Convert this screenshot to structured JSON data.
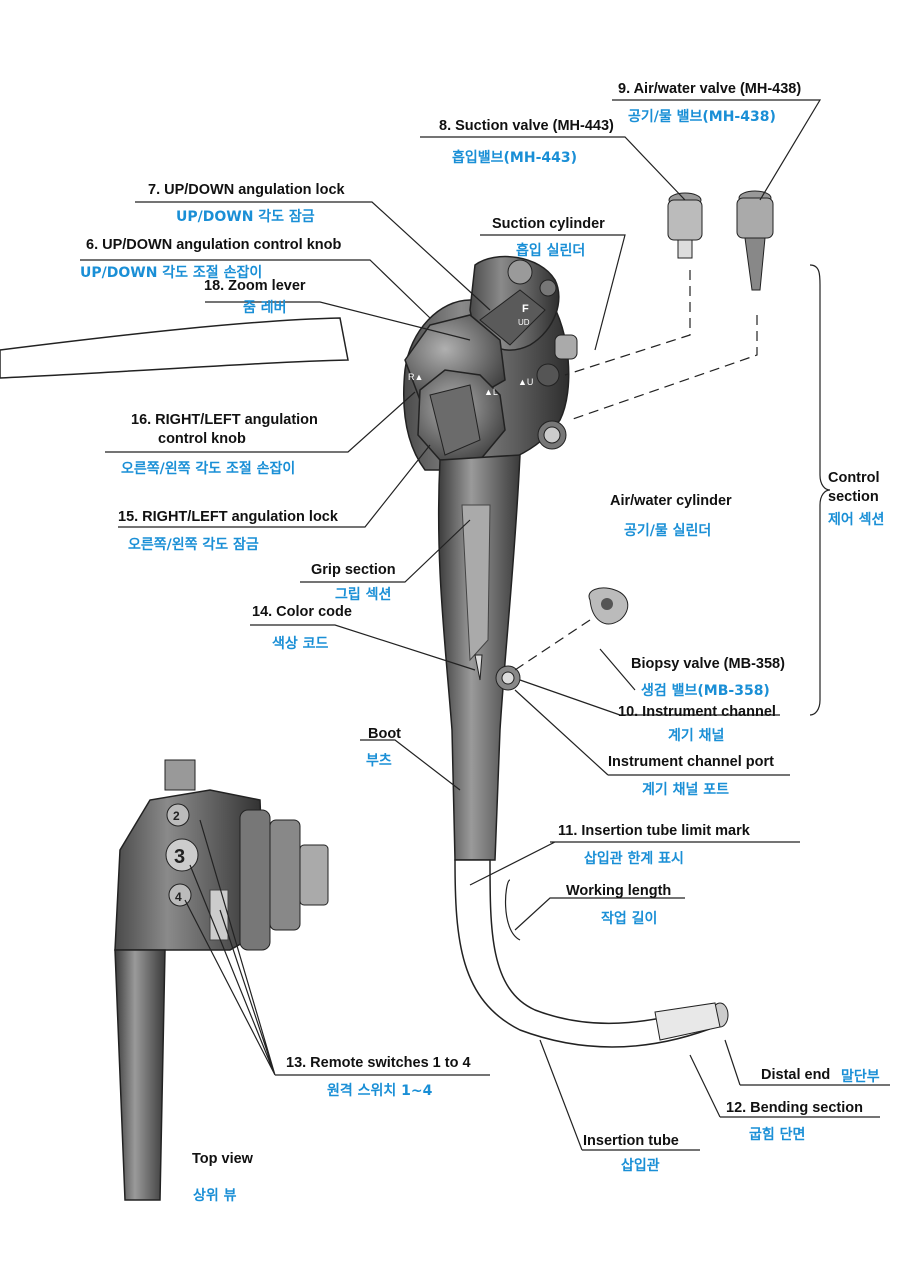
{
  "colors": {
    "english": "#111111",
    "korean": "#1a8fd6",
    "line": "#222222"
  },
  "labels": {
    "air_water_valve": {
      "en": "9. Air/water valve (MH-438)",
      "ko": "공기/물 밸브(MH-438)"
    },
    "suction_valve": {
      "en": "8. Suction valve (MH-443)",
      "ko": "흡입밸브(MH-443)"
    },
    "updown_lock": {
      "en": "7. UP/DOWN angulation lock",
      "ko": "UP/DOWN 각도 잠금"
    },
    "suction_cylinder": {
      "en": "Suction cylinder",
      "ko": "흡입 실린더"
    },
    "updown_knob": {
      "en": "6. UP/DOWN angulation control knob",
      "ko": "UP/DOWN 각도 조절 손잡이"
    },
    "zoom_lever": {
      "en": "18. Zoom lever",
      "ko": "줌 레버"
    },
    "rl_knob": {
      "en_line1": "16. RIGHT/LEFT angulation",
      "en_line2": "control knob",
      "ko": "오른쪽/왼쪽 각도 조절 손잡이"
    },
    "air_water_cylinder": {
      "en": "Air/water cylinder",
      "ko": "공기/물 실린더"
    },
    "control_section": {
      "en_line1": "Control",
      "en_line2": "section",
      "ko": "제어 섹션"
    },
    "rl_lock": {
      "en": "15. RIGHT/LEFT angulation lock",
      "ko": "오른쪽/왼쪽 각도 잠금"
    },
    "grip_section": {
      "en": "Grip section",
      "ko": "그립 섹션"
    },
    "color_code": {
      "en": "14. Color code",
      "ko": "색상 코드"
    },
    "biopsy_valve": {
      "en": "Biopsy valve (MB-358)",
      "ko": "생검 밸브(MB-358)"
    },
    "instrument_channel": {
      "en": "10. Instrument channel",
      "ko": "계기 채널"
    },
    "boot": {
      "en": "Boot",
      "ko": "부츠"
    },
    "instrument_channel_port": {
      "en": "Instrument channel port",
      "ko": "계기 채널 포트"
    },
    "limit_mark": {
      "en": "11. Insertion tube limit mark",
      "ko": "삽입관 한계 표시"
    },
    "working_length": {
      "en": "Working length",
      "ko": "작업 길이"
    },
    "remote_switches": {
      "en": "13. Remote switches 1 to 4",
      "ko": "원격 스위치 1~4"
    },
    "distal_end": {
      "en": "Distal end",
      "ko": "말단부"
    },
    "bending_section": {
      "en": "12. Bending section",
      "ko": "굽힘 단면"
    },
    "insertion_tube": {
      "en": "Insertion tube",
      "ko": "삽입관"
    },
    "top_view": {
      "en": "Top view",
      "ko": "상위 뷰"
    }
  },
  "markings": {
    "switch2": "2",
    "switch3": "3",
    "switch4": "4",
    "knob_f": "F",
    "knob_ud": "UD",
    "knob_l": "▲L",
    "knob_u": "▲U",
    "knob_r": "R▲"
  }
}
